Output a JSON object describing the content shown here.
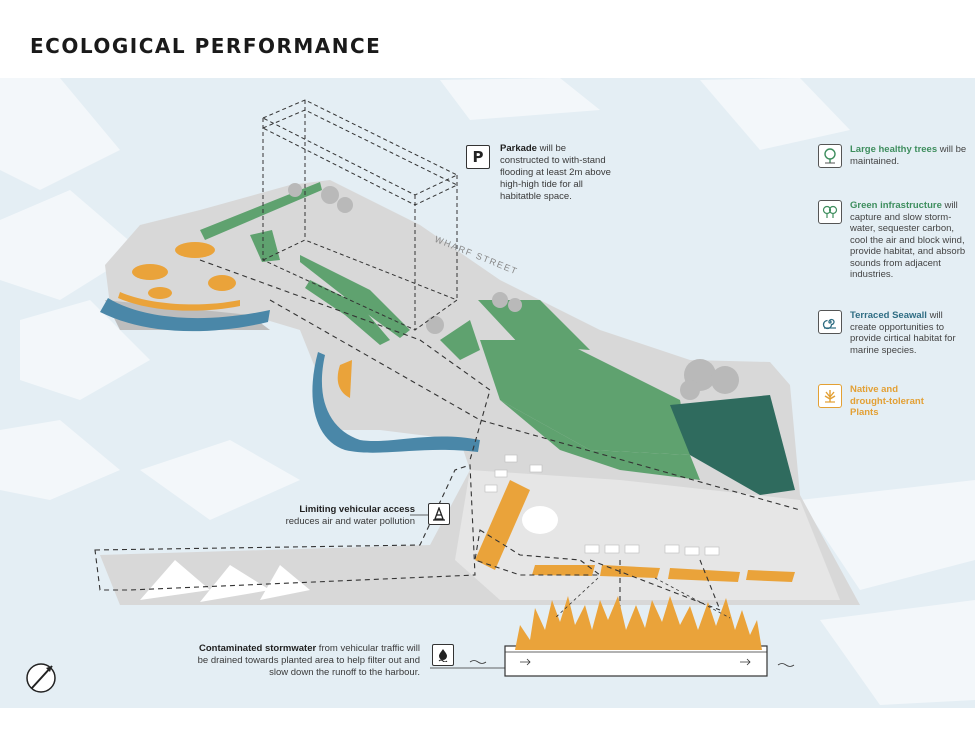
{
  "title": "ECOLOGICAL PERFORMANCE",
  "street_label": "WHARF STREET",
  "parkade": {
    "icon": "parking-icon",
    "icon_letter": "P",
    "bold": "Parkade",
    "text": " will be constructed to with-stand flooding at least 2m above high-high tide for all habitatble space."
  },
  "legend": [
    {
      "icon": "tree-icon",
      "bold": "Large healthy trees",
      "text": " will be maintained.",
      "color": "#3e8e5e"
    },
    {
      "icon": "green-infrastructure-icon",
      "bold": "Green infrastructure",
      "text": " will capture and slow storm-water, sequester carbon, cool the air and block wind, provide habitat, and absorb sounds from adjacent industries.",
      "color": "#3e8e5e"
    },
    {
      "icon": "seawall-spiral-icon",
      "bold": "Terraced Seawall",
      "text": " will create opportunities to provide cirtical habitat for marine species.",
      "color": "#2f6d83"
    },
    {
      "icon": "native-plant-icon",
      "bold": "Native and drought-tolerant Plants",
      "text": "",
      "color": "#e3a034"
    }
  ],
  "vehicular": {
    "icon": "traffic-cone-icon",
    "bold": "Limiting vehicular access",
    "text": "reduces air and water pollution"
  },
  "stormwater": {
    "icon": "stormwater-drain-icon",
    "bold": "Contaminated stormwater",
    "text": " from vehicular traffic will be drained towards planted area to help filter out and slow down the runoff to the harbour."
  },
  "north_arrow_icon": "north-arrow-icon",
  "colors": {
    "water": "#dde9f0",
    "green": "#5fa26f",
    "dark_green": "#2f6b5e",
    "orange": "#eaa33a",
    "seawall_blue": "#4a87a8",
    "paving": "#d9d9d9"
  }
}
